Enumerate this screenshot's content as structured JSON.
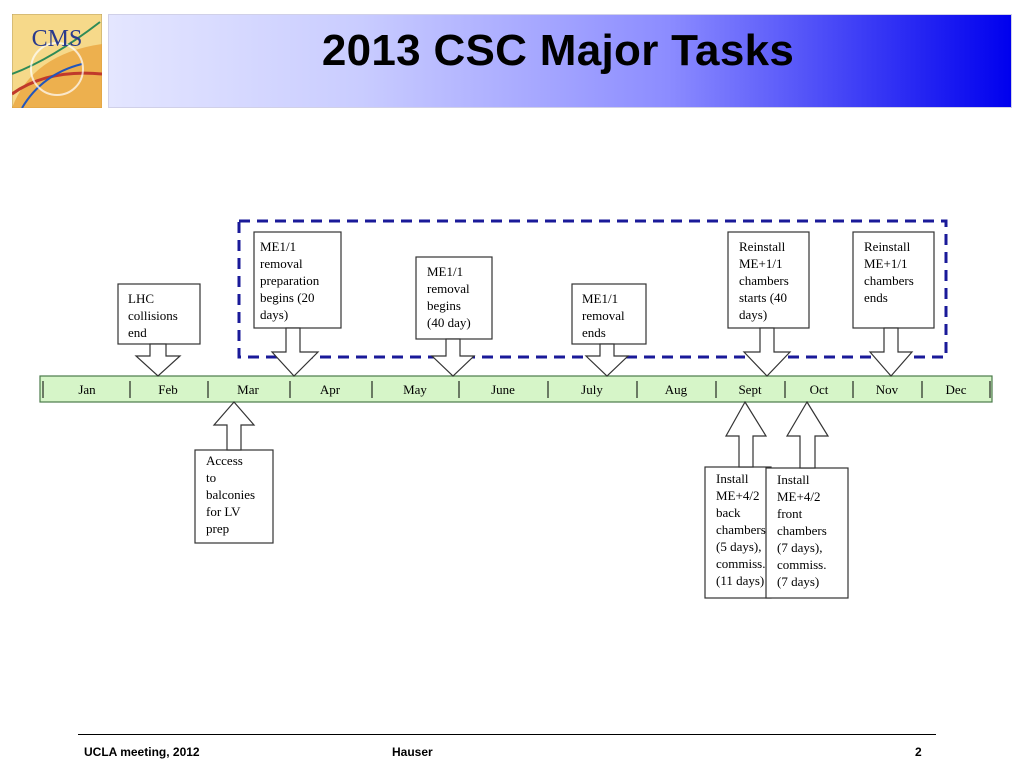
{
  "slide": {
    "title": "2013 CSC Major Tasks"
  },
  "logo": {
    "text": "CMS"
  },
  "timeline": {
    "months": [
      "Jan",
      "Feb",
      "Mar",
      "Apr",
      "May",
      "June",
      "July",
      "Aug",
      "Sept",
      "Oct",
      "Nov",
      "Dec"
    ]
  },
  "callouts": {
    "above": [
      {
        "lines": [
          "LHC",
          "collisions",
          "end"
        ]
      },
      {
        "lines": [
          "ME1/1",
          "removal",
          "preparation",
          "begins (20",
          "days)"
        ]
      },
      {
        "lines": [
          "ME1/1",
          "removal",
          "begins",
          "(40 day)"
        ]
      },
      {
        "lines": [
          "ME1/1",
          "removal",
          "ends"
        ]
      },
      {
        "lines": [
          "Reinstall",
          "ME+1/1",
          "chambers",
          "starts (40",
          "days)"
        ]
      },
      {
        "lines": [
          "Reinstall",
          "ME+1/1",
          "chambers",
          "ends"
        ]
      }
    ],
    "below": [
      {
        "lines": [
          "Access",
          "to",
          "balconies",
          "for LV",
          "prep"
        ]
      },
      {
        "lines": [
          "Install",
          "ME+4/2",
          "back",
          "chambers",
          "(5 days),",
          "commiss.",
          "(11 days)"
        ]
      },
      {
        "lines": [
          "Install",
          "ME+4/2",
          "front",
          "chambers",
          "(7 days),",
          "commiss.",
          "(7 days)"
        ]
      }
    ]
  },
  "footer": {
    "left": "UCLA meeting, 2012",
    "center": "Hauser",
    "page": "2"
  },
  "colors": {
    "timeline_fill": "#d6f5c8",
    "dashed_box": "#1a1a99",
    "title_gradient_end": "#0000ee"
  }
}
